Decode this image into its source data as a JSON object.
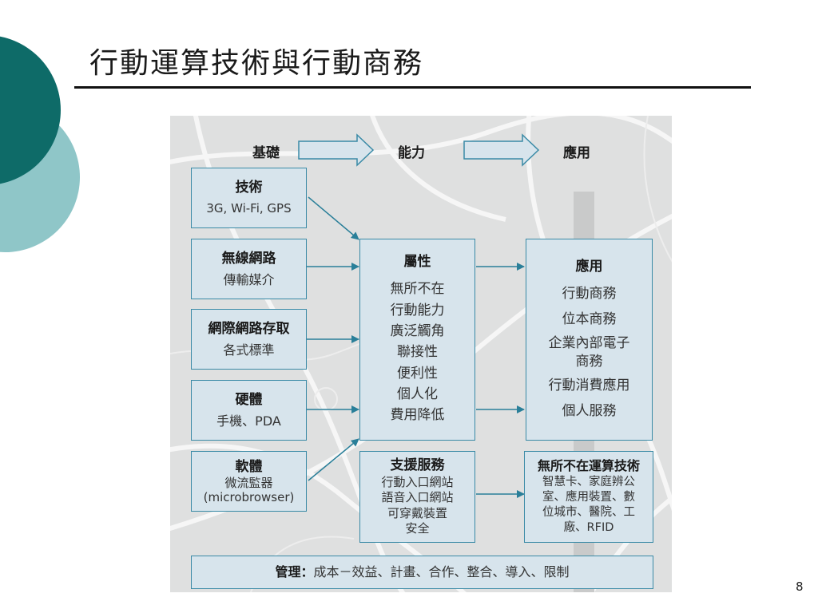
{
  "slide": {
    "title": "行動運算技術與行動商務",
    "page_number": "8"
  },
  "colors": {
    "teal_dark": "#0e6b68",
    "teal_light": "#8fc6c8",
    "box_fill": "#d7e4ec",
    "box_border": "#3a8aa6",
    "arrow": "#2a7f99",
    "diagram_bg": "#dfe0e0"
  },
  "flow": {
    "stage_1": "基礎",
    "stage_2": "能力",
    "stage_3": "應用"
  },
  "inputs": [
    {
      "title": "技術",
      "detail": "3G, Wi-Fi, GPS"
    },
    {
      "title": "無線網路",
      "detail": "傳輸媒介"
    },
    {
      "title": "網際網路存取",
      "detail": "各式標準"
    },
    {
      "title": "硬體",
      "detail": "手機、PDA"
    },
    {
      "title": "軟體",
      "detail": [
        "微流監器",
        "(microbrowser)"
      ]
    }
  ],
  "attributes": {
    "title": "屬性",
    "items": [
      "無所不在",
      "行動能力",
      "廣泛觸角",
      "聯接性",
      "便利性",
      "個人化",
      "費用降低"
    ]
  },
  "applications": {
    "title": "應用",
    "items": [
      "行動商務",
      "位本商務",
      "企業內部電子",
      "商務",
      "行動消費應用",
      "個人服務"
    ]
  },
  "support_services": {
    "title": "支援服務",
    "items": [
      "行動入口網站",
      "語音入口網站",
      "可穿戴裝置",
      "安全"
    ]
  },
  "ubiquitous": {
    "title": "無所不在運算技術",
    "items": [
      "智慧卡、家庭辨公",
      "室、應用裝置、數",
      "位城市、醫院、工",
      "廠、RFID"
    ]
  },
  "management": {
    "title": "管理：",
    "detail": "成本－效益、計畫、合作、整合、導入、限制"
  }
}
